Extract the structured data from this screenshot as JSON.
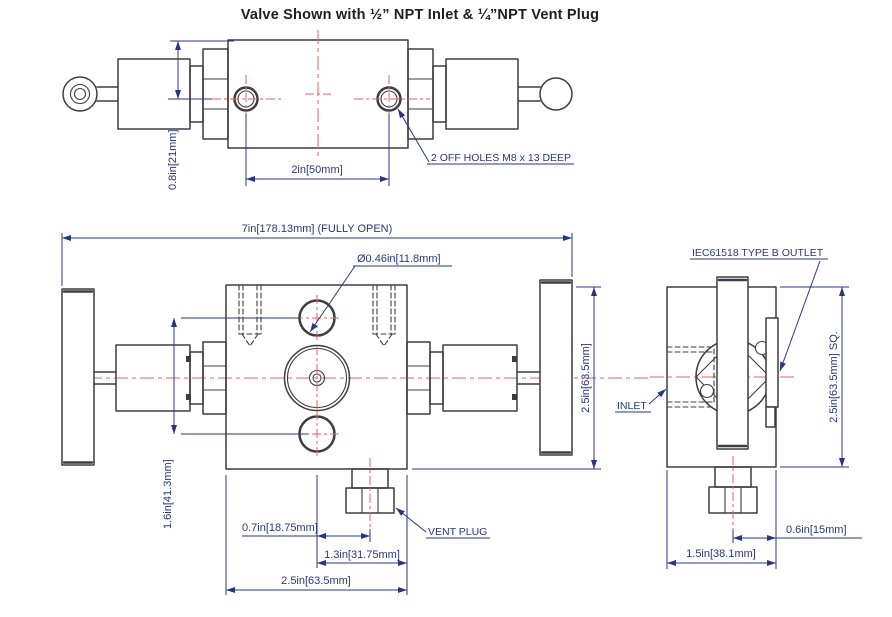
{
  "title": "Valve Shown with ½” NPT Inlet & ¼”NPT Vent Plug",
  "colors": {
    "part_line": "#3d3d42",
    "dimension_blue": "#27377f",
    "centerline_red": "#ee5f5f"
  },
  "top_view": {
    "dim_block_top_to_hole": "0.8in[21mm]",
    "dim_hole_spacing": "2in[50mm]",
    "label_mounting_holes": "2 OFF HOLES M8 x 13 DEEP"
  },
  "front_view": {
    "dim_fully_open": "7in[178.13mm] (FULLY OPEN)",
    "dim_hole_diameter": "Ø0.46in[11.8mm]",
    "dim_height": "2.5in[63.5mm]",
    "dim_hole_spacing_vertical": "1.6in[41.3mm]",
    "dim_vent_offset": "0.7in[18.75mm]",
    "dim_center_to_edge": "1.3in[31.75mm]",
    "dim_width": "2.5in[63.5mm]",
    "label_vent_plug": "VENT PLUG"
  },
  "side_view": {
    "label_outlet": "IEC61518 TYPE B OUTLET",
    "label_inlet": "INLET",
    "dim_square": "2.5in[63.5mm] SQ.",
    "dim_vent_to_edge": "0.6in[15mm]",
    "dim_width": "1.5in[38.1mm]"
  }
}
